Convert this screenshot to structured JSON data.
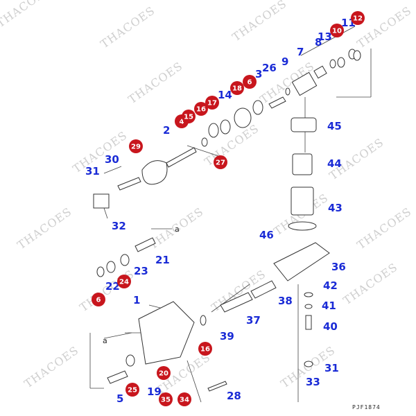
{
  "drawing_code": "PJF1874",
  "watermark": "THACOES",
  "arrow_label": "a",
  "blue_labels": [
    "1",
    "2",
    "3",
    "5",
    "7",
    "8",
    "9",
    "11",
    "13",
    "14",
    "19",
    "21",
    "22",
    "23",
    "26",
    "28",
    "30",
    "31",
    "31",
    "32",
    "33",
    "36",
    "37",
    "38",
    "39",
    "40",
    "41",
    "42",
    "43",
    "44",
    "45",
    "46"
  ],
  "red_markers": [
    "4",
    "6",
    "6",
    "10",
    "12",
    "15",
    "16",
    "16",
    "17",
    "18",
    "20",
    "24",
    "25",
    "27",
    "29",
    "34",
    "35"
  ],
  "colors": {
    "label_blue": "#1a2bd6",
    "marker_red": "#c8161d",
    "outline": "#333333",
    "watermark": "#cfcfcf"
  }
}
